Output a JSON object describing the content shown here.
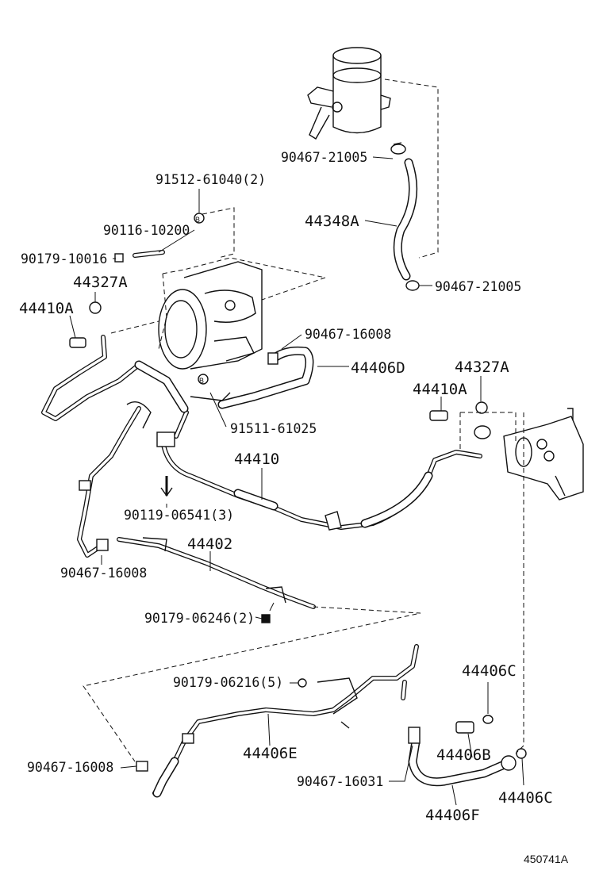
{
  "diagram": {
    "code": "450741A",
    "labels": {
      "reservoir_clamp_top": "90467-21005",
      "reservoir_clamp_bottom": "90467-21005",
      "reservoir_hose": "44348A",
      "pump_bolt_upper": "91512-61040(2)",
      "stud_bolt": "90116-10200",
      "bolt_small": "90179-10016",
      "gasket_left": "44327A",
      "union_bolt_left": "44410A",
      "clip_pump": "90467-16008",
      "return_hose_d": "44406D",
      "gasket_right": "44327A",
      "union_bolt_right": "44410A",
      "pump_bolt_lower": "91511-61025",
      "pressure_hose": "44410",
      "screw": "90119-06541(3)",
      "tube": "44402",
      "clip_left": "90467-16008",
      "nut_tube": "90179-06246(2)",
      "nut_return": "90179-06216(5)",
      "return_tube_c": "44406C",
      "return_tube_e": "44406E",
      "clip_lower_left": "90467-16008",
      "clip_lower": "90467-16031",
      "return_part_b": "44406B",
      "return_part_c2": "44406C",
      "return_hose_f": "44406F"
    }
  }
}
